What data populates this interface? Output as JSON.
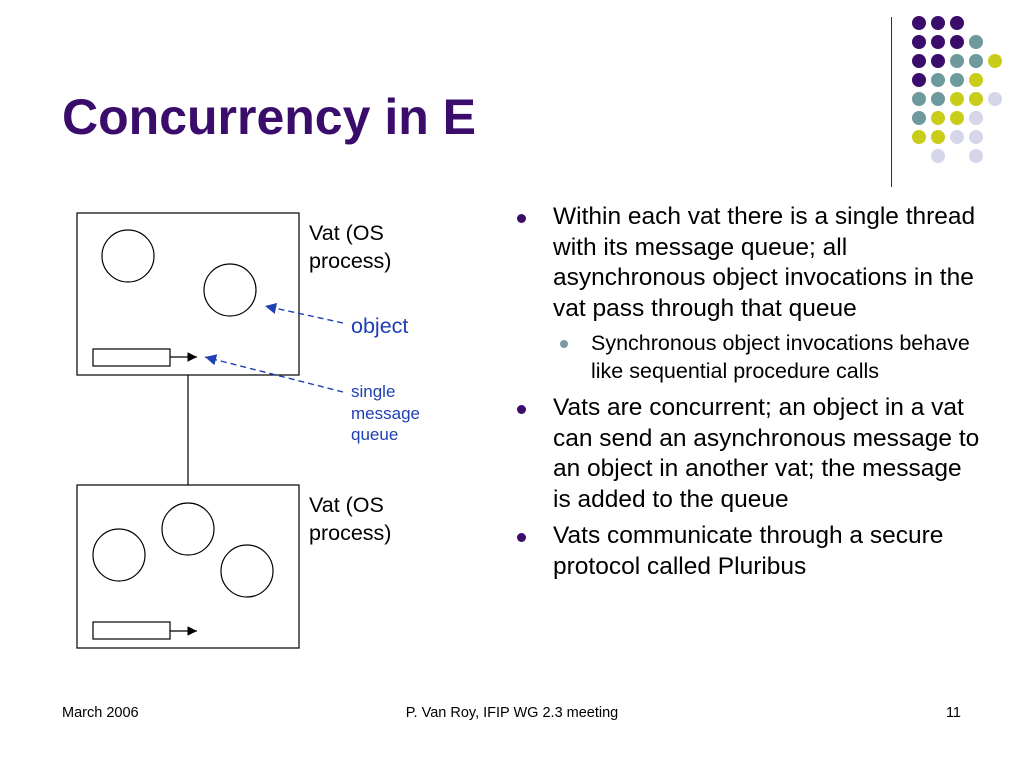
{
  "slide": {
    "title": "Concurrency in E",
    "colors": {
      "title": "#3a0c6c",
      "dot_purple": "#3a0c6c",
      "dot_teal": "#6e9a9e",
      "dot_yellow": "#c9cc18",
      "dot_lavender": "#d6d6ea",
      "diagram_label_blue": "#1f3fb4"
    },
    "diagram": {
      "vat_top_label_line1": "Vat (OS",
      "vat_top_label_line2": "process)",
      "vat_bottom_label_line1": "Vat (OS",
      "vat_bottom_label_line2": "process)",
      "object_label": "object",
      "queue_label_line1": "single",
      "queue_label_line2": "message",
      "queue_label_line3": "queue"
    },
    "bullets": [
      {
        "text": "Within each vat there is a single thread with its message queue; all asynchronous object invocations in the vat pass through that queue",
        "sub": [
          "Synchronous object invocations behave like sequential procedure calls"
        ]
      },
      {
        "text": "Vats are concurrent; an object in a vat can send an asynchronous message to an object in another vat; the message is added to the queue",
        "sub": []
      },
      {
        "text": "Vats communicate through a secure protocol called Pluribus",
        "sub": []
      }
    ],
    "footer": {
      "date": "March 2006",
      "center": "P. Van Roy, IFIP WG 2.3 meeting",
      "page": "11"
    }
  }
}
